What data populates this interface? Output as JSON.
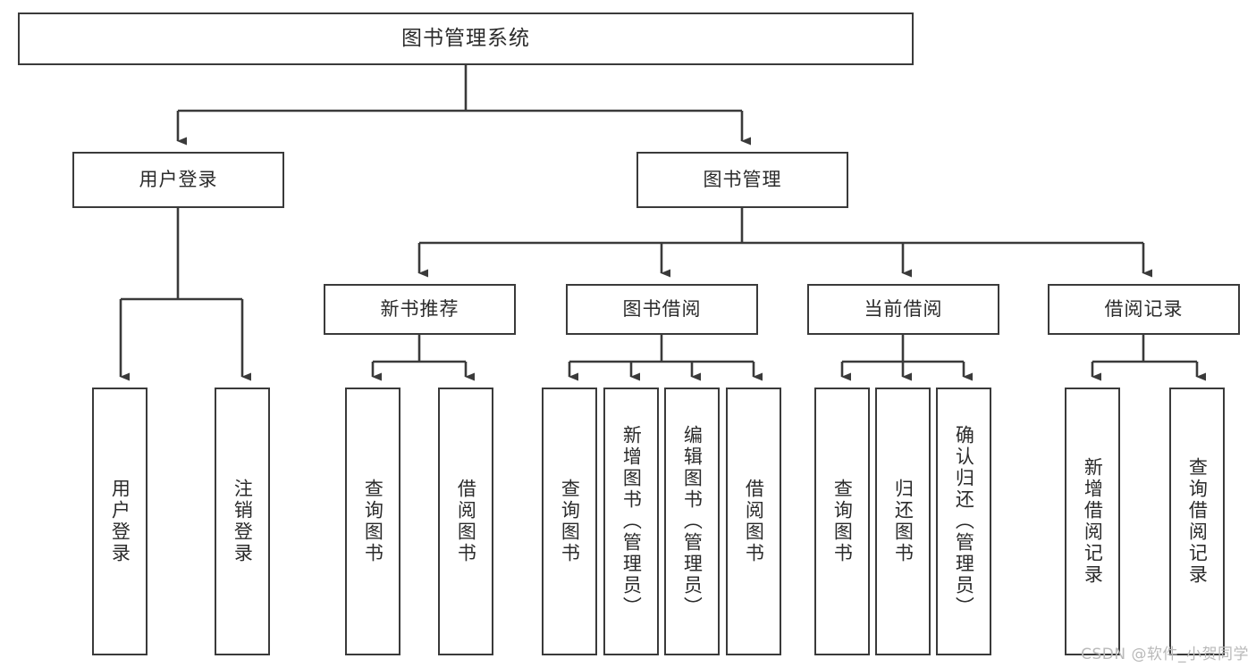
{
  "diagram": {
    "type": "tree",
    "title": "图书管理系统",
    "orientation": "top-down",
    "edge_style": "orthogonal-arrow",
    "colors": {
      "box_border": "#3a3a3a",
      "box_fill": "#ffffff",
      "edge": "#3a3a3a",
      "text": "#2b2b2b",
      "watermark": "#b9b9b9",
      "background": "#ffffff"
    },
    "root": {
      "label": "图书管理系统"
    },
    "level2": [
      {
        "label": "用户登录"
      },
      {
        "label": "图书管理"
      }
    ],
    "level3": [
      {
        "label": "新书推荐"
      },
      {
        "label": "图书借阅"
      },
      {
        "label": "当前借阅"
      },
      {
        "label": "借阅记录"
      }
    ],
    "leaves": [
      {
        "label": "用户登录",
        "parent": "用户登录"
      },
      {
        "label": "注销登录",
        "parent": "用户登录"
      },
      {
        "label": "查询图书",
        "parent": "新书推荐"
      },
      {
        "label": "借阅图书",
        "parent": "新书推荐"
      },
      {
        "label": "查询图书",
        "parent": "图书借阅"
      },
      {
        "label": "新增图书（管理员）",
        "parent": "图书借阅"
      },
      {
        "label": "编辑图书（管理员）",
        "parent": "图书借阅"
      },
      {
        "label": "借阅图书",
        "parent": "图书借阅"
      },
      {
        "label": "查询图书",
        "parent": "当前借阅"
      },
      {
        "label": "归还图书",
        "parent": "当前借阅"
      },
      {
        "label": "确认归还（管理员）",
        "parent": "当前借阅"
      },
      {
        "label": "新增借阅记录",
        "parent": "借阅记录"
      },
      {
        "label": "查询借阅记录",
        "parent": "借阅记录"
      }
    ],
    "watermark": "CSDN @软件_小贺同学"
  }
}
